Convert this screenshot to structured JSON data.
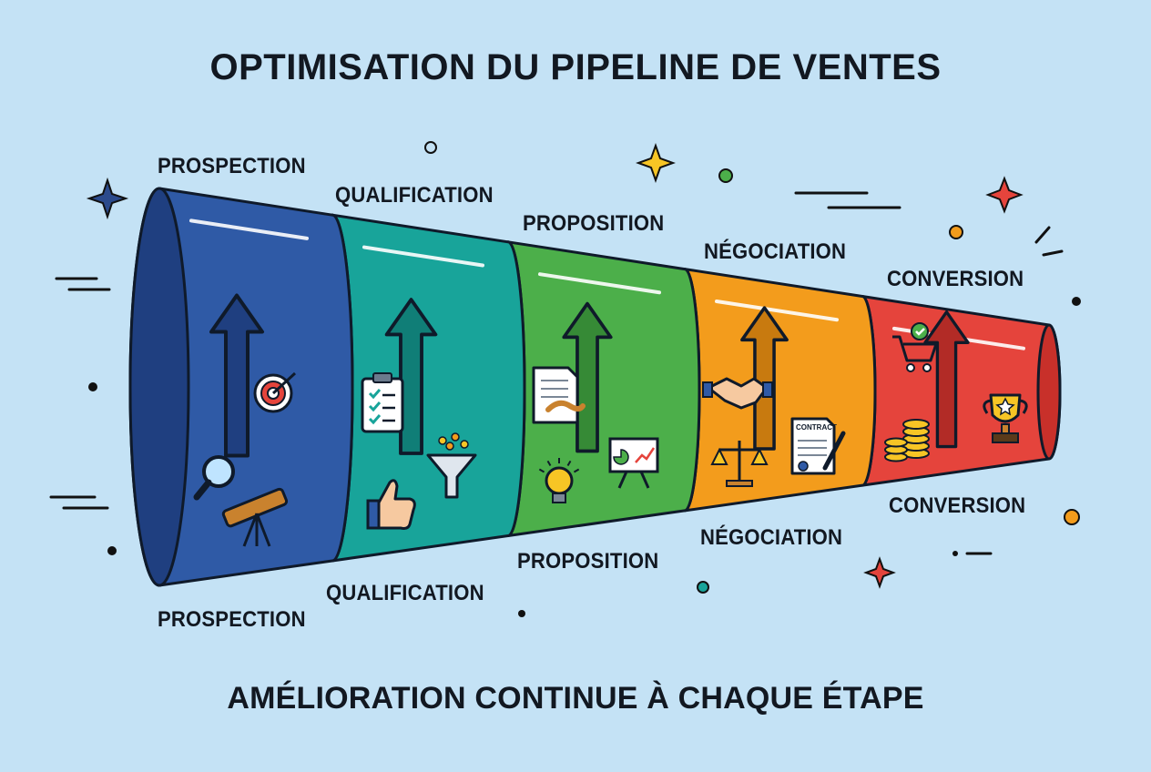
{
  "title": "OPTIMISATION DU PIPELINE DE VENTES",
  "subtitle": "AMÉLIORATION CONTINUE À CHAQUE ÉTAPE",
  "stages": [
    {
      "label": "PROSPECTION",
      "color": "#2f5aa6",
      "shade": "#1f3f80",
      "icons": [
        "target-icon",
        "magnifier-icon",
        "telescope-icon"
      ]
    },
    {
      "label": "QUALIFICATION",
      "color": "#18a49a",
      "shade": "#107e77",
      "icons": [
        "checklist-icon",
        "thumbs-up-icon",
        "funnel-icon"
      ]
    },
    {
      "label": "PROPOSITION",
      "color": "#4caf4a",
      "shade": "#368a36",
      "icons": [
        "document-handshake-icon",
        "presentation-board-icon",
        "lightbulb-icon"
      ]
    },
    {
      "label": "NÉGOCIATION",
      "color": "#f39c1c",
      "shade": "#c87a0f",
      "icons": [
        "handshake-icon",
        "scales-icon",
        "contract-icon"
      ]
    },
    {
      "label": "CONVERSION",
      "color": "#e5443c",
      "shade": "#b22b26",
      "icons": [
        "cart-check-icon",
        "coins-icon",
        "trophy-icon"
      ]
    }
  ],
  "contract_label": "CONTRACT"
}
